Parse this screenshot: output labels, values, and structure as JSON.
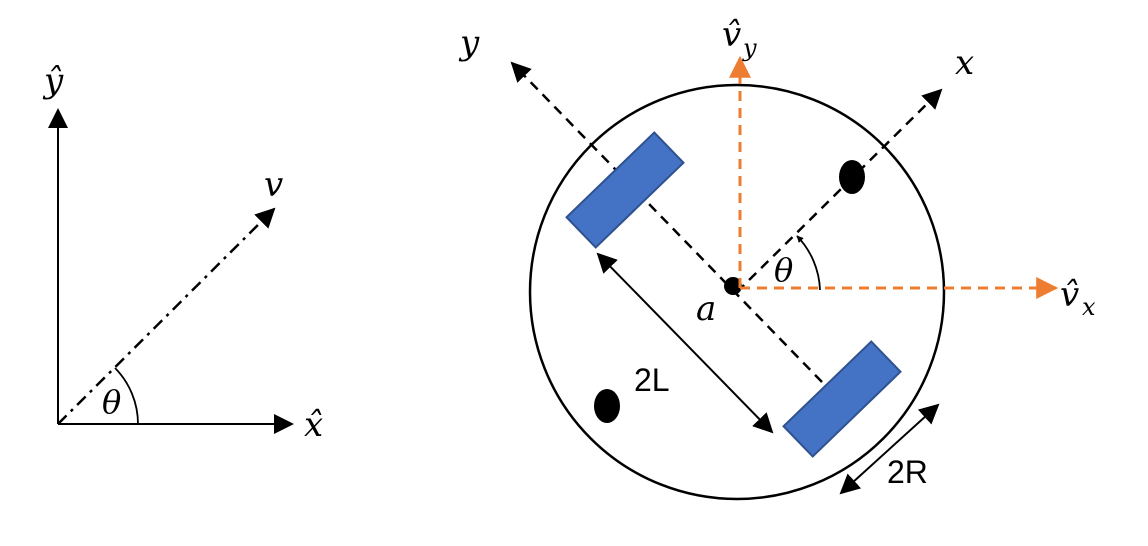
{
  "left_frame": {
    "y_axis_label": "ŷ",
    "x_axis_label": "x̂",
    "velocity_label": "v",
    "angle_label": "θ"
  },
  "robot": {
    "y_axis_label": "y",
    "x_axis_label": "x",
    "vy_label": "v̂",
    "vy_subscript": "y",
    "vx_label": "v̂",
    "vx_subscript": "x",
    "angle_label": "θ",
    "center_label": "a",
    "wheelbase_label": "2L",
    "wheel_diameter_label": "2R"
  },
  "colors": {
    "line": "#000000",
    "wheel_fill": "#4472C4",
    "wheel_stroke": "#2F528F",
    "velocity_arrow": "#ED7D31"
  }
}
